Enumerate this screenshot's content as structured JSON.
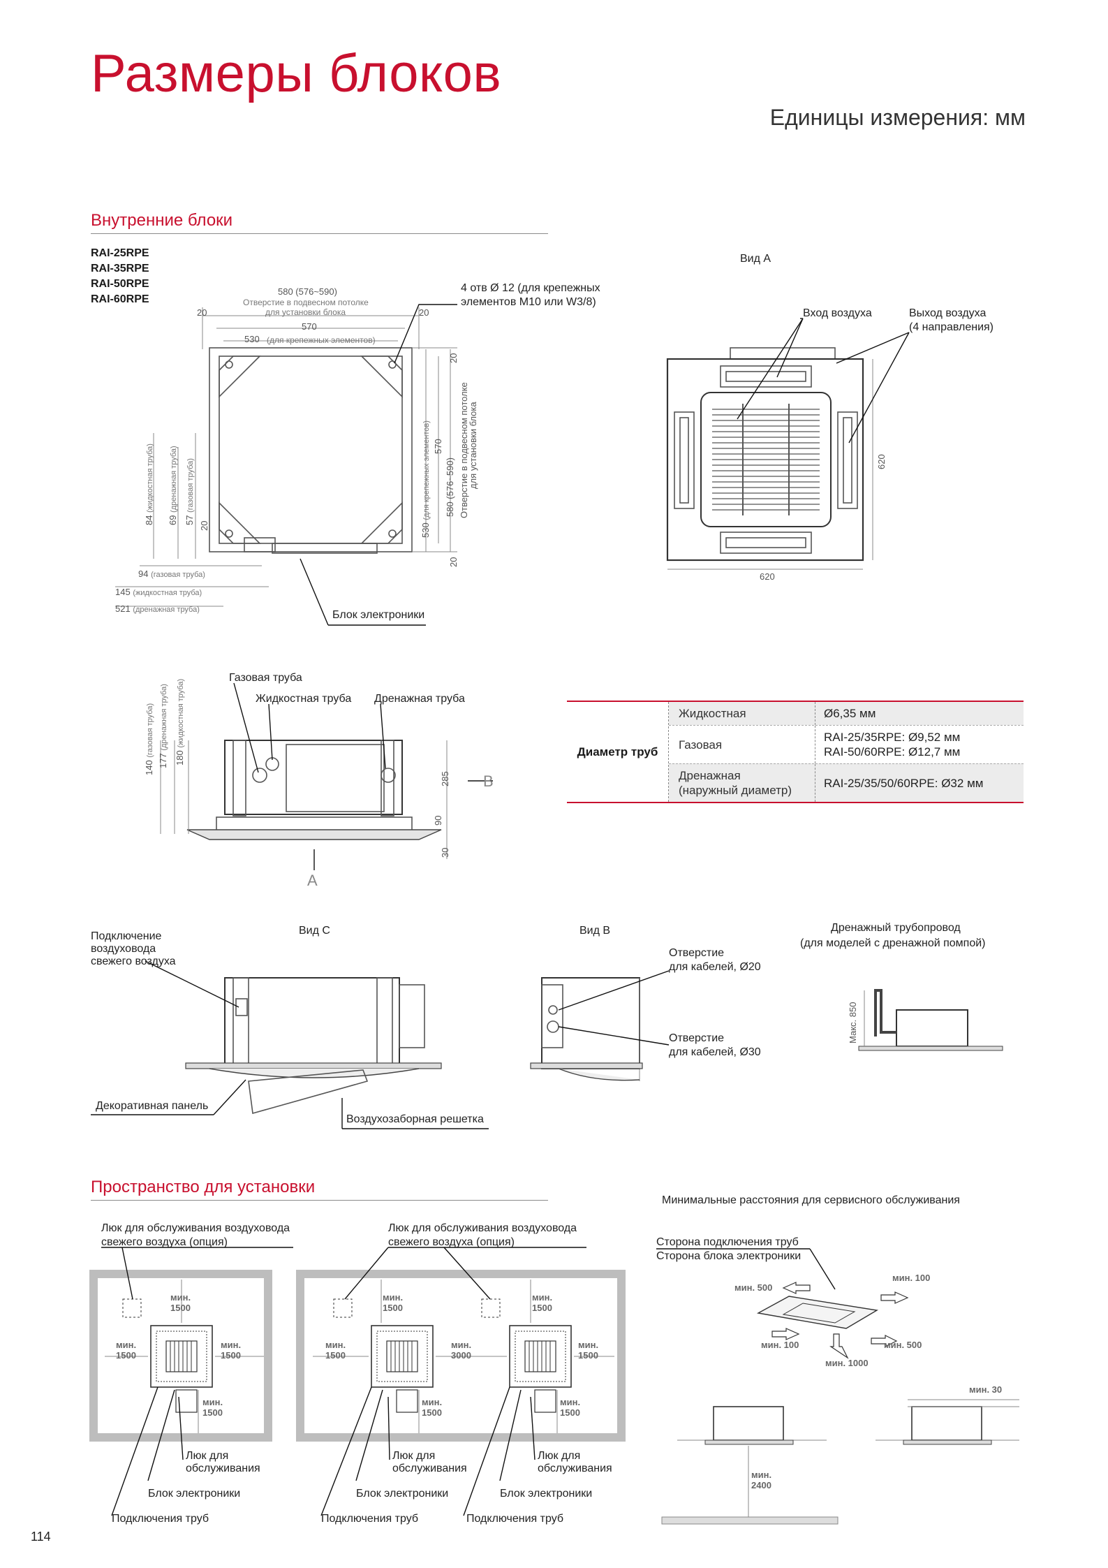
{
  "header": {
    "title": "Размеры блоков",
    "units": "Единицы измерения: мм"
  },
  "indoor": {
    "section_title": "Внутренние блоки",
    "models": [
      "RAI-25RPE",
      "RAI-35RPE",
      "RAI-50RPE",
      "RAI-60RPE"
    ],
    "top_view": {
      "dim_580": "580 (576~590)",
      "dim_580_note_1": "Отверстие в подвесном потолке",
      "dim_580_note_2": "для установки блока",
      "dim_570": "570",
      "dim_530": "530",
      "dim_530_note": "(для крепежных элементов)",
      "dim_20": "20",
      "holes_1": "4 отв Ø 12 (для крепежных",
      "holes_2": "элементов M10 или W3/8)",
      "right_570": "570",
      "right_530": "530",
      "right_530_note": "(для крепежных элементов)",
      "right_580": "580 (576~590)",
      "right_580_note_1": "Отверстие в подвесном потолке",
      "right_580_note_2": "для установки блока",
      "left_84": "84",
      "left_84_note": "(жидкостная труба)",
      "left_69": "69",
      "left_69_note": "(дренажная труба)",
      "left_57": "57",
      "left_57_note": "(газовая труба)",
      "bottom_94": "94",
      "bottom_94_note": "(газовая труба)",
      "bottom_145": "145",
      "bottom_145_note": "(жидкостная труба)",
      "bottom_521": "521",
      "bottom_521_note": "(дренажная труба)",
      "electronics": "Блок электроники"
    },
    "view_a": {
      "title": "Вид A",
      "air_in": "Вход воздуха",
      "air_out_1": "Выход воздуха",
      "air_out_2": "(4 направления)",
      "dim_620_h": "620",
      "dim_620_v": "620"
    },
    "side_view": {
      "gas_pipe": "Газовая труба",
      "liquid_pipe": "Жидкостная труба",
      "drain_pipe": "Дренажная труба",
      "dim_140": "140",
      "dim_140_note": "(газовая труба)",
      "dim_177": "177",
      "dim_177_note": "(дренажная труба)",
      "dim_180": "180",
      "dim_180_note": "(жидкостная труба)",
      "dim_285": "285",
      "dim_90": "90",
      "dim_30": "30",
      "arrow_b": "B",
      "arrow_a": "A"
    },
    "pipe_table": {
      "group": "Диаметр труб",
      "rows": [
        {
          "key": "Жидкостная",
          "value": "Ø6,35 мм"
        },
        {
          "key": "Газовая",
          "value": "RAI-25/35RPE: Ø9,52 мм",
          "value2": "RAI-50/60RPE: Ø12,7 мм"
        },
        {
          "key": "Дренажная",
          "key2": "(наружный диаметр)",
          "value": "RAI-25/35/50/60RPE: Ø32 мм"
        }
      ]
    },
    "view_c": {
      "title": "Вид C",
      "fresh_air_1": "Подключение",
      "fresh_air_2": "воздуховода",
      "fresh_air_3": "свежего воздуха",
      "deco_panel": "Декоративная панель",
      "intake_grille": "Воздухозаборная решетка"
    },
    "view_b": {
      "title": "Вид B",
      "hole20_1": "Отверстие",
      "hole20_2": "для кабелей, Ø20",
      "hole30_1": "Отверстие",
      "hole30_2": "для кабелей, Ø30"
    },
    "drain": {
      "title_1": "Дренажный трубопровод",
      "title_2": "(для моделей с дренажной помпой)",
      "max": "Макс. 850"
    }
  },
  "install": {
    "section_title": "Пространство для установки",
    "hatch_1": "Люк для обслуживания воздуховода",
    "hatch_2": "свежего воздуха (опция)",
    "min": "мин.",
    "v1500": "1500",
    "v3000": "3000",
    "service_hatch_1": "Люк для",
    "service_hatch_2": "обслуживания",
    "electronics": "Блок электроники",
    "pipes": "Подключения труб",
    "service": {
      "title": "Минимальные расстояния для сервисного обслуживания",
      "pipe_side": "Сторона подключения труб",
      "elec_side": "Сторона блока электроники",
      "m500": "мин. 500",
      "m100": "мин. 100",
      "m1000": "мин. 1000",
      "m30": "мин. 30",
      "m2400_1": "мин.",
      "m2400_2": "2400"
    }
  },
  "page_number": "114"
}
